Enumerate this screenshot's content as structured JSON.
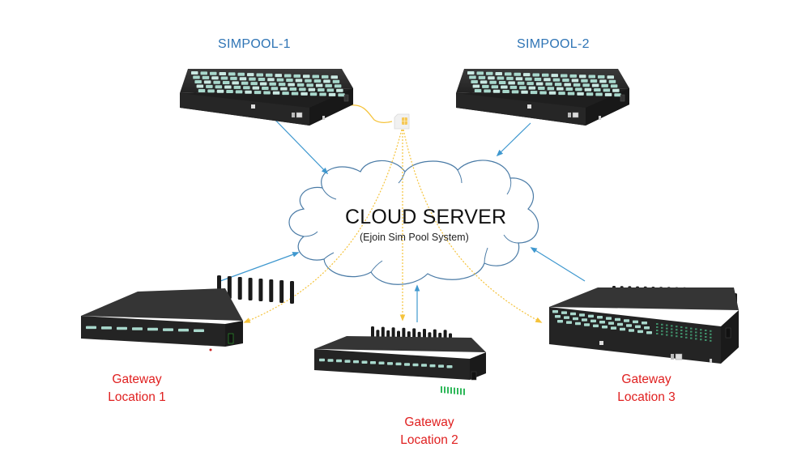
{
  "diagram": {
    "title": "Ejoin Sim Pool System topology",
    "colors": {
      "simpool_label": "#2e74b5",
      "gateway_label": "#e02020",
      "cloud_outline": "#4a7ba6",
      "uplink_arrow": "#3f98cf",
      "sim_link": "#f5c33b",
      "device_body": "#2b2b2b",
      "sim_slot": "#a8d8cc"
    },
    "cloud": {
      "title": "CLOUD SERVER",
      "subtitle": "(Ejoin Sim Pool System)",
      "icon": "cloud-icon"
    },
    "sim_card": {
      "icon": "sim-card-icon"
    },
    "nodes": [
      {
        "id": "simpool-1",
        "label": "SIMPOOL-1",
        "type": "sim-pool",
        "icon": "sim-pool-device-icon"
      },
      {
        "id": "simpool-2",
        "label": "SIMPOOL-2",
        "type": "sim-pool",
        "icon": "sim-pool-device-icon"
      },
      {
        "id": "gateway-1",
        "label_line1": "Gateway",
        "label_line2": "Location 1",
        "type": "gateway",
        "antennas": 8,
        "icon": "gsm-gateway-icon"
      },
      {
        "id": "gateway-2",
        "label_line1": "Gateway",
        "label_line2": "Location 2",
        "type": "gateway",
        "antennas": 16,
        "icon": "gsm-gateway-icon"
      },
      {
        "id": "gateway-3",
        "label_line1": "Gateway",
        "label_line2": "Location 3",
        "type": "gateway",
        "antennas": 32,
        "icon": "gsm-gateway-icon"
      }
    ],
    "edges": [
      {
        "from": "simpool-1",
        "to": "cloud",
        "style": "solid-blue-arrow"
      },
      {
        "from": "simpool-2",
        "to": "cloud",
        "style": "solid-blue-arrow"
      },
      {
        "from": "gateway-1",
        "to": "cloud",
        "style": "solid-blue-arrow"
      },
      {
        "from": "gateway-2",
        "to": "cloud",
        "style": "solid-blue-arrow"
      },
      {
        "from": "gateway-3",
        "to": "cloud",
        "style": "solid-blue-arrow"
      },
      {
        "from": "simpool-1",
        "to": "sim-card",
        "style": "solid-yellow-curve"
      },
      {
        "from": "sim-card",
        "to": "gateway-1",
        "style": "dotted-yellow-arrow"
      },
      {
        "from": "sim-card",
        "to": "gateway-2",
        "style": "dotted-yellow-arrow"
      },
      {
        "from": "sim-card",
        "to": "gateway-3",
        "style": "dotted-yellow-arrow"
      }
    ]
  }
}
